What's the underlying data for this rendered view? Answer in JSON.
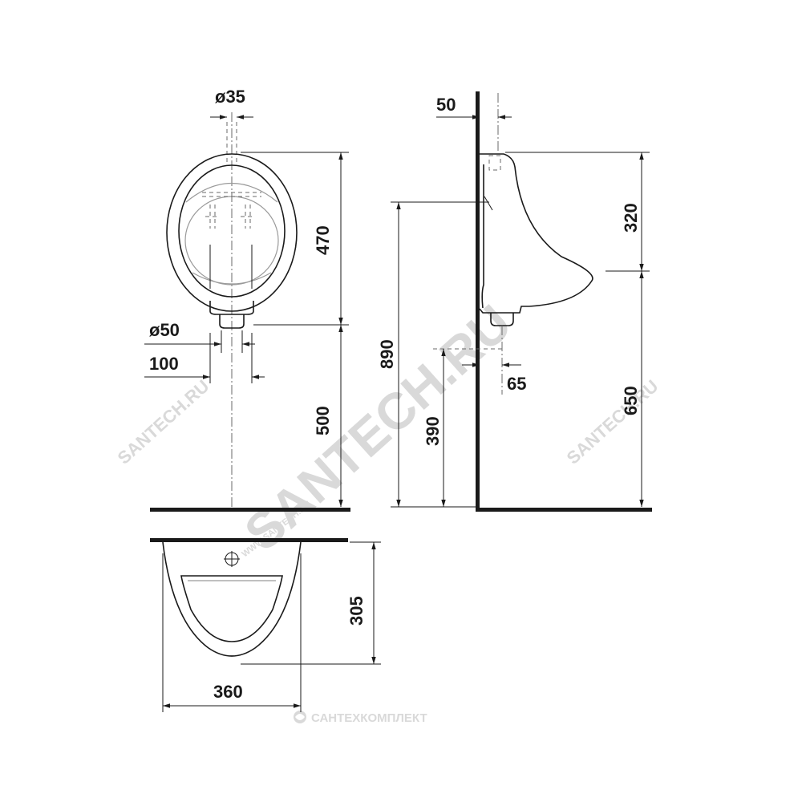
{
  "dimensions": {
    "pipe_diameter": "ø35",
    "offset_50": "50",
    "height_470": "470",
    "outlet_diameter": "ø50",
    "width_100": "100",
    "height_500": "500",
    "height_890": "890",
    "height_390": "390",
    "offset_65": "65",
    "height_320": "320",
    "height_650": "650",
    "depth_305": "305",
    "width_360": "360"
  },
  "watermark": {
    "main": "SANTECH.RU",
    "side_left": "SANTECH.RU",
    "side_right": "SANTECH.RU",
    "url": "WWW.SANTECH.RU",
    "brand": "САНТЕХКОМПЛЕКТ"
  },
  "colors": {
    "line": "#1a1a1a",
    "hidden": "#6a6a6a",
    "watermark": "#d9d9d9"
  }
}
